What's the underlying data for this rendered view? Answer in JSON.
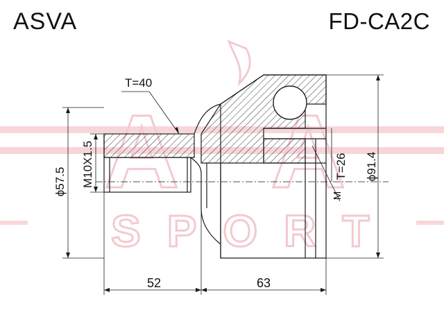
{
  "header": {
    "brand": "ASVA",
    "part_number": "FD-CA2C"
  },
  "watermark": {
    "logo_text": "ASVA",
    "sub_text": "SPORT",
    "color": "#e8a0a8"
  },
  "dimensions": {
    "thread_length": "T=40",
    "spline_teeth": "T=26",
    "outer_diameter_stub": "ϕ57.5",
    "thread_spec": "M10X1.5",
    "outer_diameter_bell": "ϕ91.4",
    "length_stub": "52",
    "length_bell": "63",
    "abs_mark": "M"
  },
  "colors": {
    "line": "#1a1a1a",
    "hatch": "#333333",
    "watermark": "#e8a0a8"
  }
}
